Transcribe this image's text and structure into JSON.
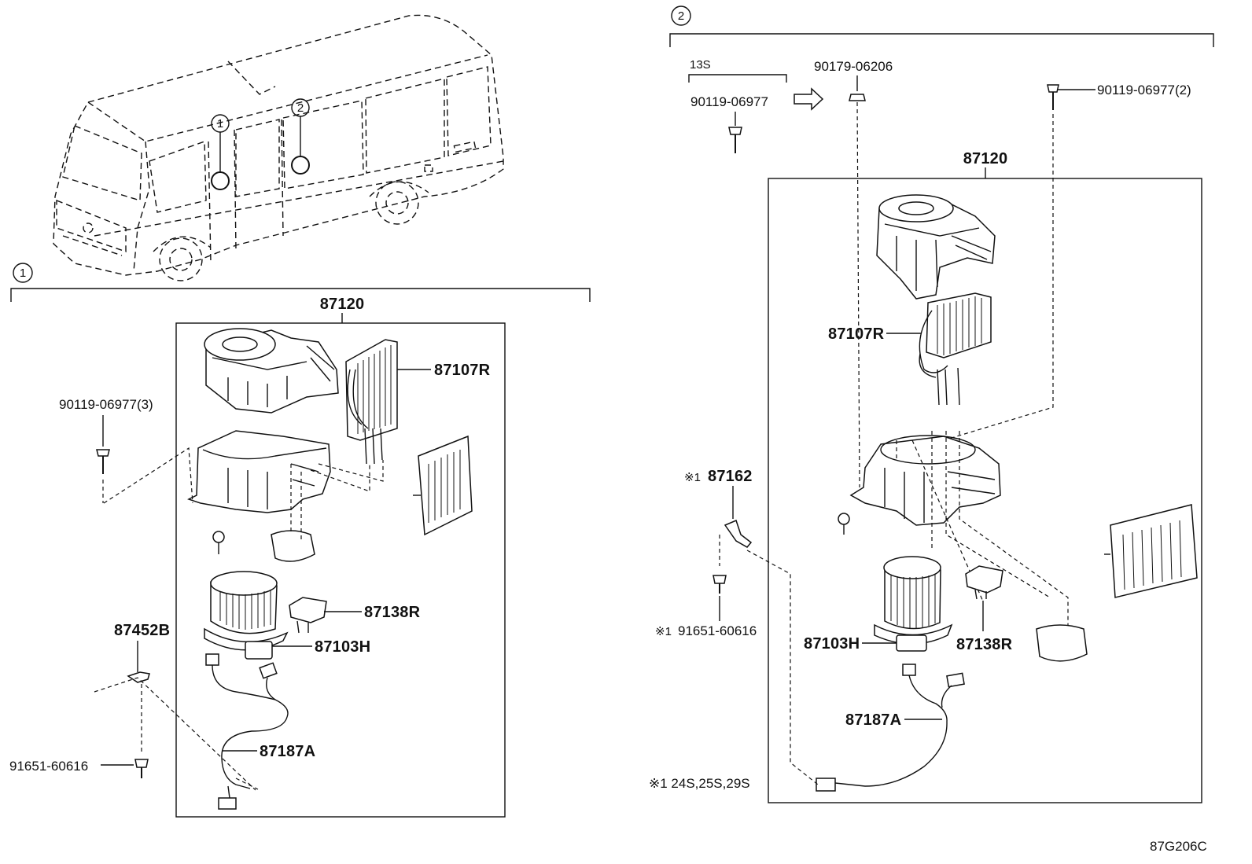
{
  "view1": {
    "marker": "1",
    "assembly": "87120",
    "bolt_top": "90119-06977(3)",
    "evaporator": "87107R",
    "resistor": "87138R",
    "blower_motor": "87103H",
    "bracket": "87452B",
    "bolt_bottom": "91651-60616",
    "wire": "87187A"
  },
  "view2": {
    "marker": "2",
    "grade_tag": "13S",
    "bolt_old": "90119-06977",
    "nut": "90179-06206",
    "bolt_right": "90119-06977(2)",
    "assembly": "87120",
    "evaporator": "87107R",
    "bracket_mark": "※1",
    "bracket": "87162",
    "bolt_mark": "※1",
    "bolt": "91651-60616",
    "blower_motor": "87103H",
    "resistor": "87138R",
    "wire": "87187A",
    "note": "※1 24S,25S,29S"
  },
  "vehicle": {
    "marker1": "1",
    "marker2": "2"
  },
  "figure_code": "87G206C"
}
